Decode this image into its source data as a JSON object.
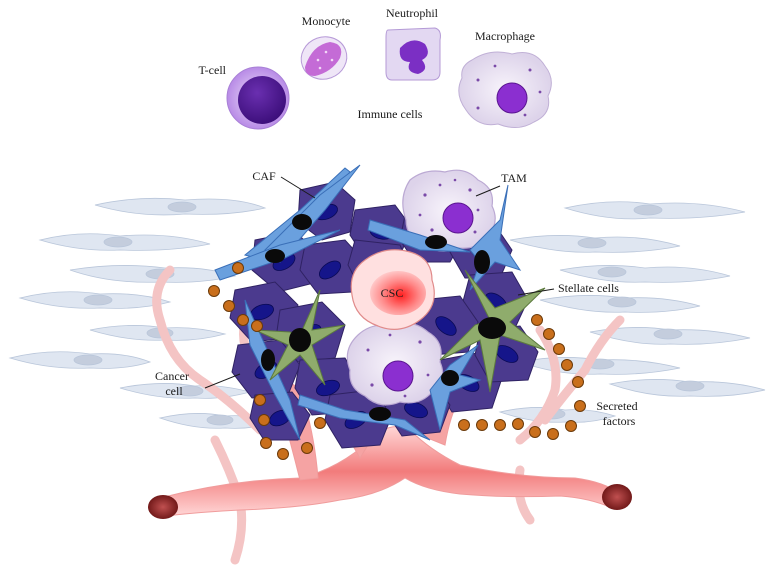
{
  "immune": {
    "tcell": "T-cell",
    "monocyte": "Monocyte",
    "neutrophil": "Neutrophil",
    "macrophage": "Macrophage",
    "group": "Immune cells"
  },
  "tumor": {
    "caf": "CAF",
    "tam": "TAM",
    "csc": "CSC",
    "stellate": "Stellate cells",
    "cancer_line1": "Cancer",
    "cancer_line2": "cell",
    "secreted_line1": "Secreted",
    "secreted_line2": "factors"
  },
  "colors": {
    "cancer_cell": "#4b3a8e",
    "nucleus": "#15158a",
    "caf": "#6aa0de",
    "stellate": "#8fac6c",
    "vessel": "#f07e7e",
    "secreted": "#c96f1c",
    "fibroblast": "#dfe6f1"
  }
}
